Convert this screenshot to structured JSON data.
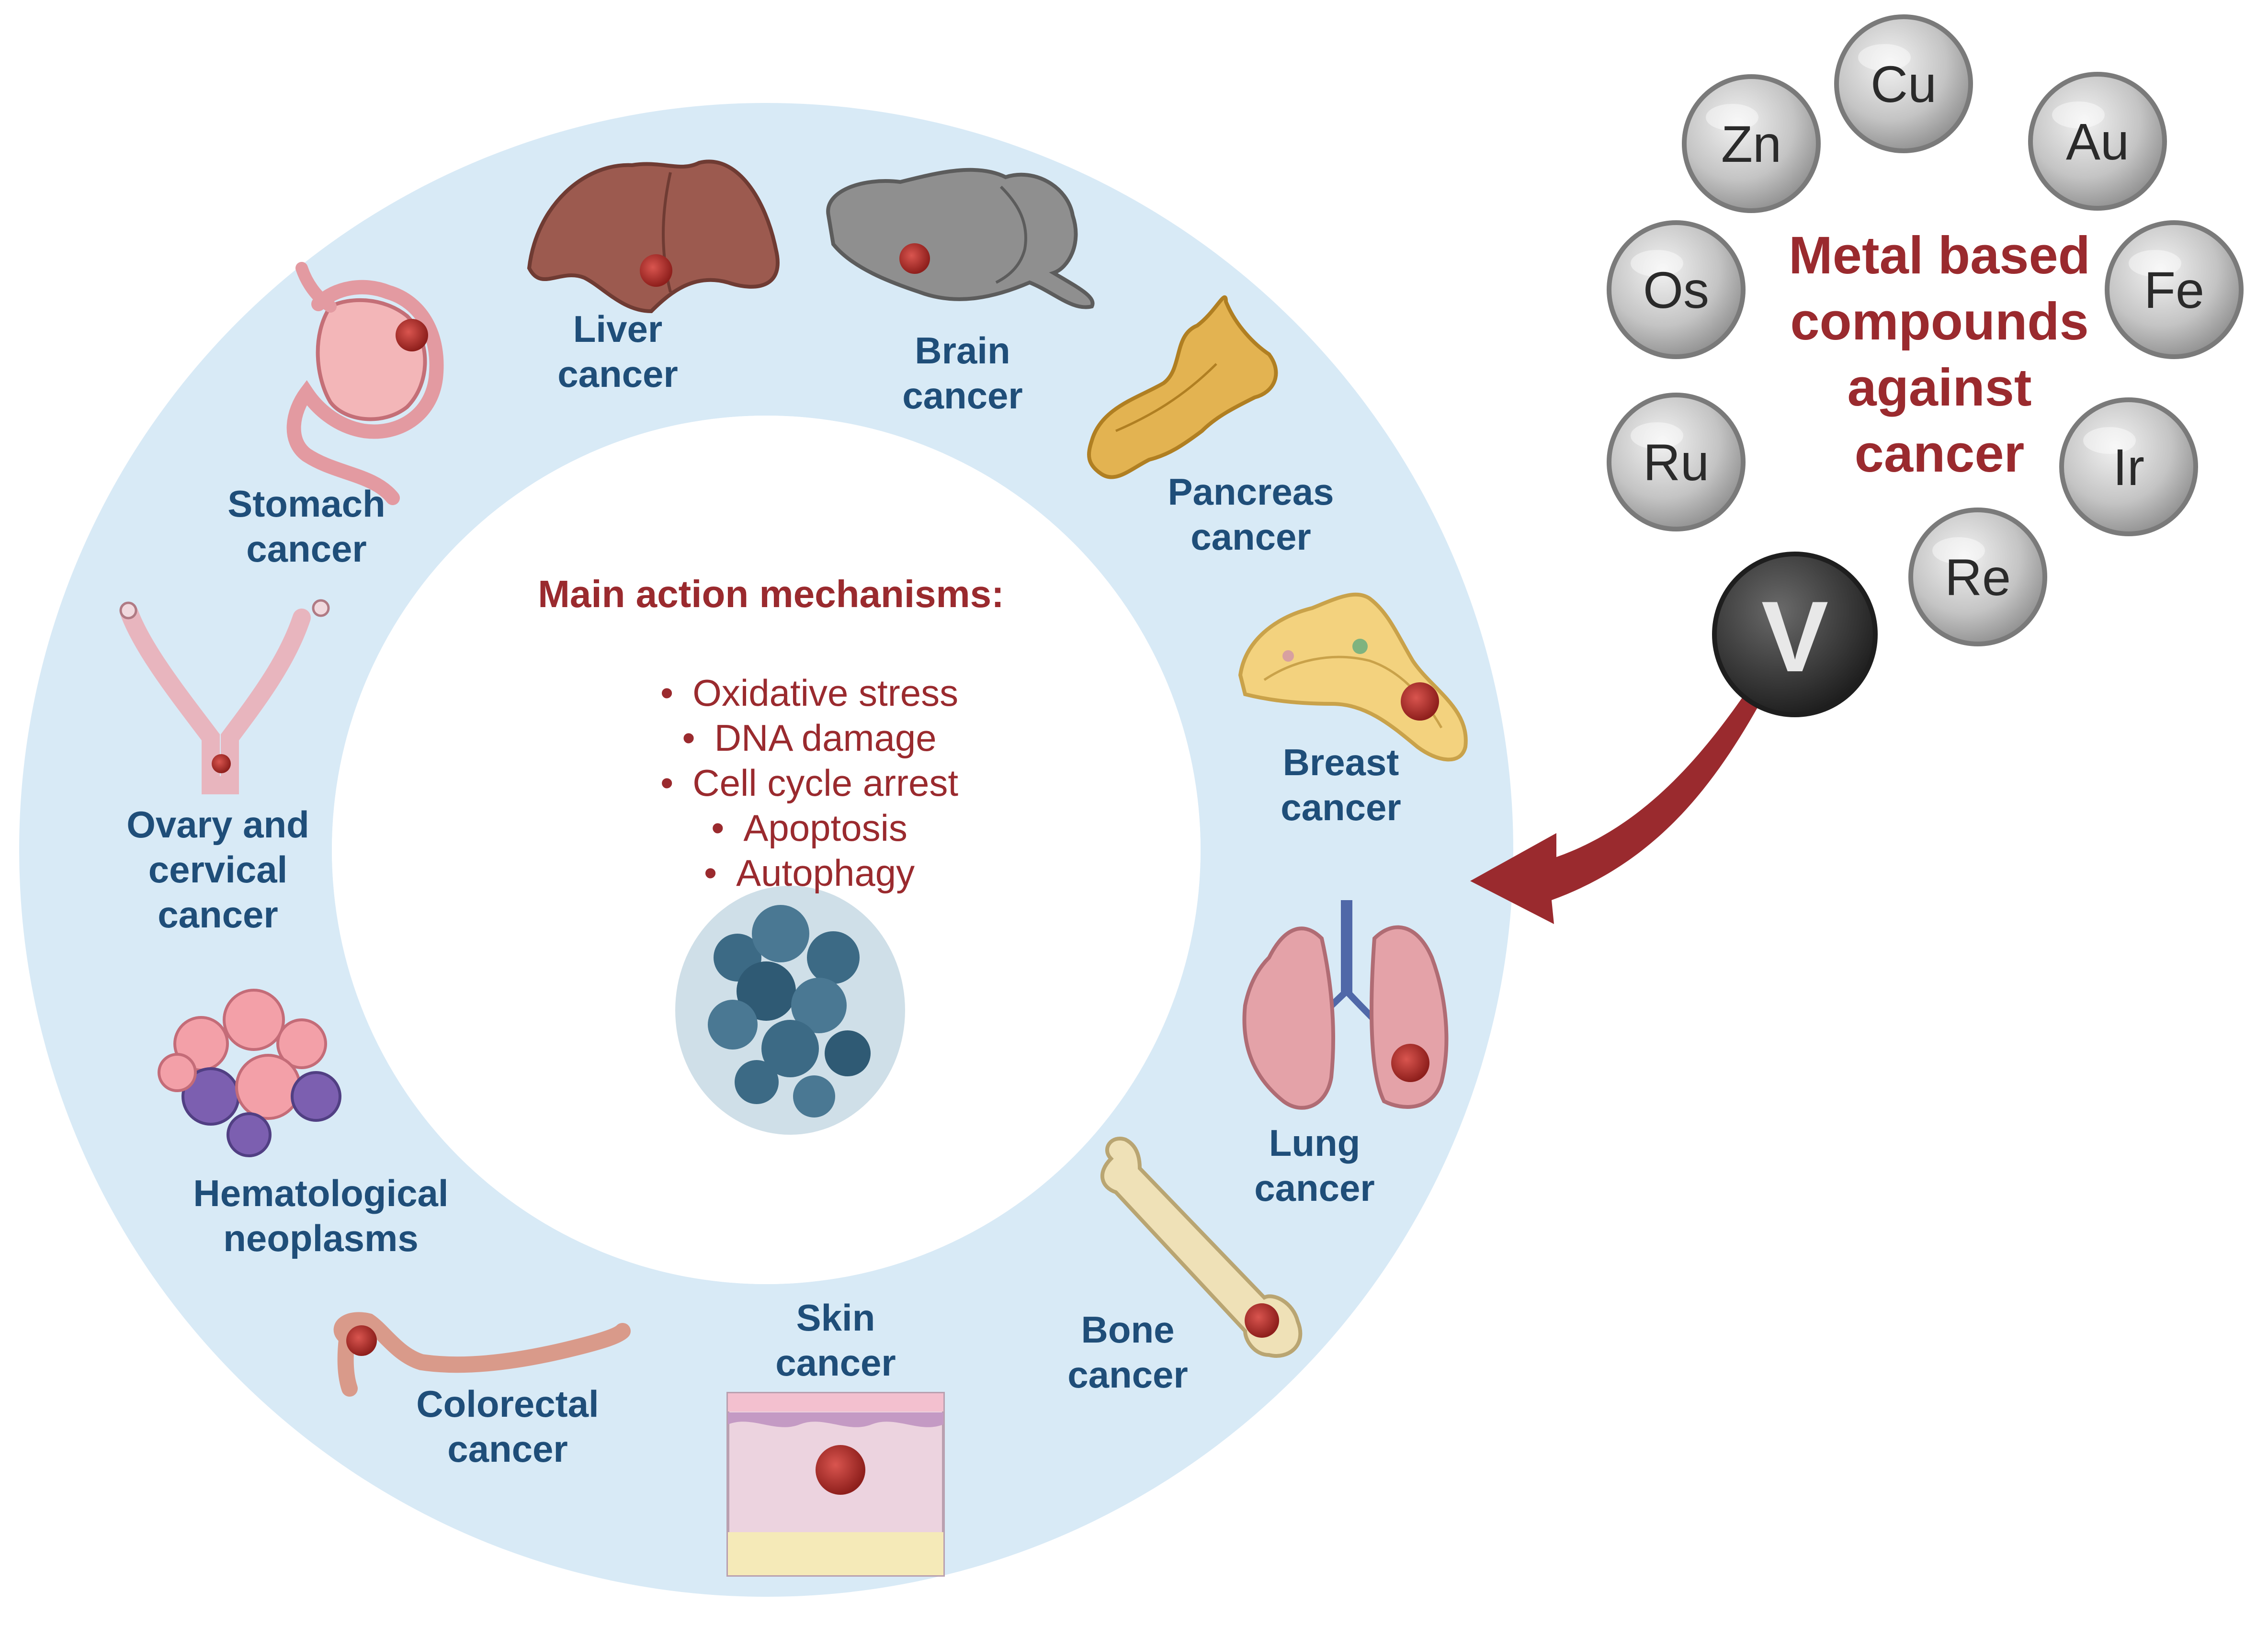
{
  "metal_panel": {
    "title_lines": [
      "Metal based",
      "compounds",
      "against",
      "cancer"
    ],
    "metals": [
      {
        "symbol": "Cu"
      },
      {
        "symbol": "Zn"
      },
      {
        "symbol": "Au"
      },
      {
        "symbol": "Os"
      },
      {
        "symbol": "Fe"
      },
      {
        "symbol": "Ru"
      },
      {
        "symbol": "Ir"
      },
      {
        "symbol": "Re"
      }
    ],
    "highlight_metal": "V"
  },
  "mechanisms": {
    "title": "Main action mechanisms:",
    "items": [
      "Oxidative stress",
      "DNA damage",
      "Cell cycle arrest",
      "Apoptosis",
      "Autophagy"
    ]
  },
  "cancers": {
    "liver": [
      "Liver",
      "cancer"
    ],
    "brain": [
      "Brain",
      "cancer"
    ],
    "pancreas": [
      "Pancreas",
      "cancer"
    ],
    "breast": [
      "Breast",
      "cancer"
    ],
    "lung": [
      "Lung",
      "cancer"
    ],
    "bone": [
      "Bone",
      "cancer"
    ],
    "skin": [
      "Skin",
      "cancer"
    ],
    "colorectal": [
      "Colorectal",
      "cancer"
    ],
    "hematological": [
      "Hematological",
      "neoplasms"
    ],
    "ovary": [
      "Ovary and",
      "cervical",
      "cancer"
    ],
    "stomach": [
      "Stomach",
      "cancer"
    ]
  },
  "colors": {
    "ring": "#d8eaf6",
    "label_blue": "#1f4e79",
    "accent_red": "#9a2a2e",
    "tumor": "#b8312f",
    "metal_sphere": "#c9c9c9",
    "vanadium_sphere": "#3a3a3a"
  }
}
